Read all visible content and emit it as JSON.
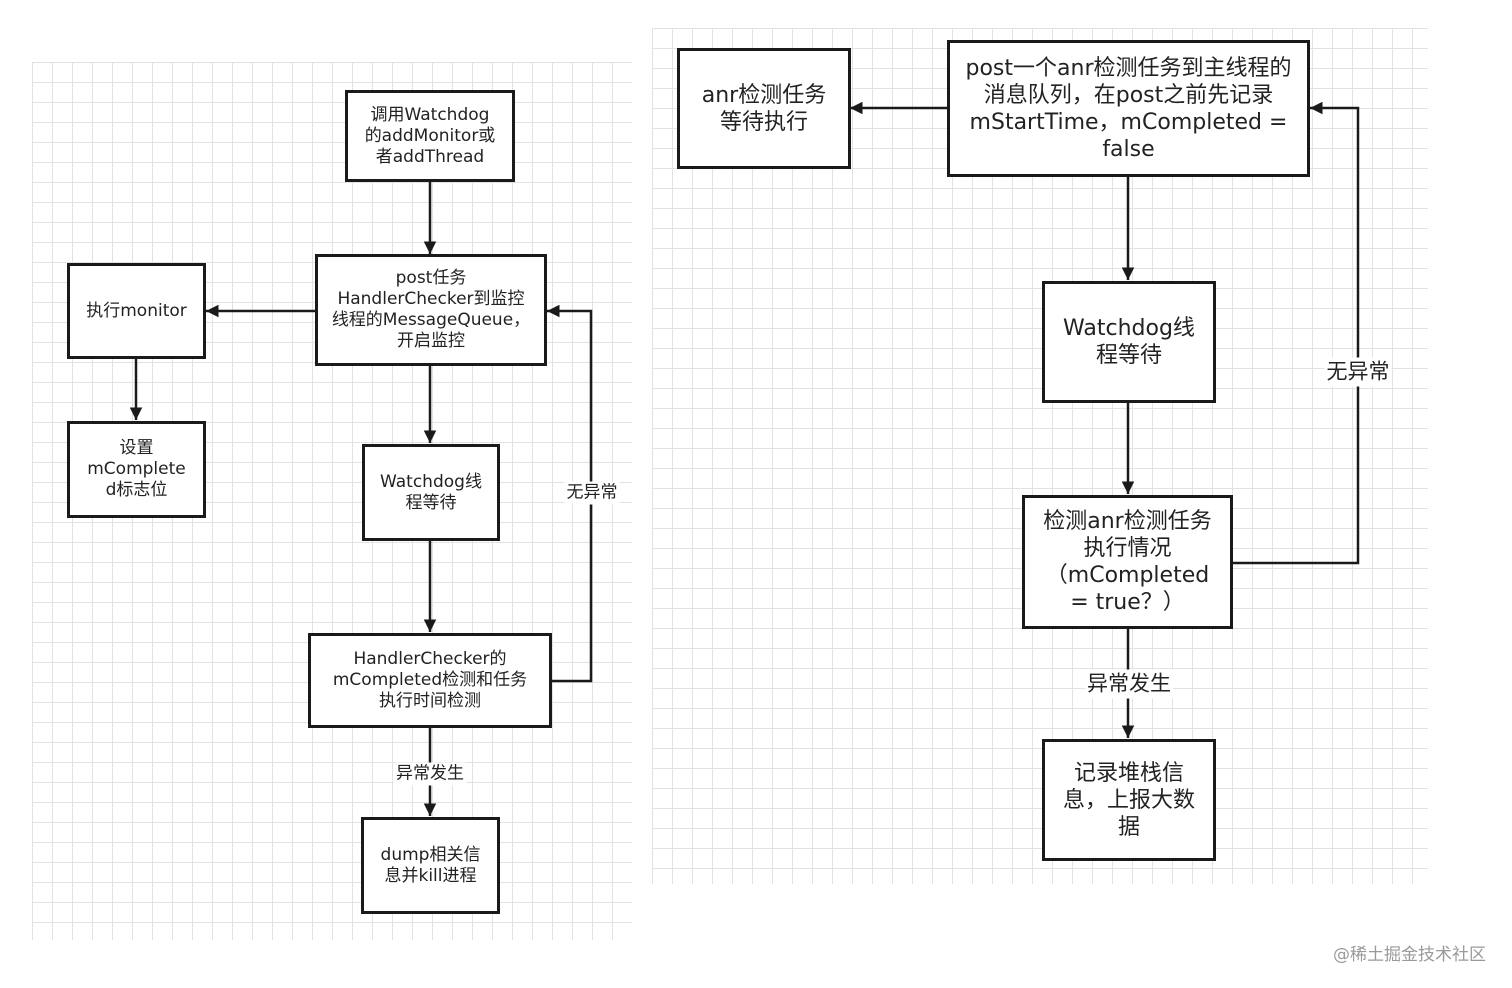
{
  "left": {
    "call_watchdog": "调用Watchdog\n的addMonitor或\n者addThread",
    "post_task": "post任务\nHandlerChecker到监控\n线程的MessageQueue，\n开启监控",
    "exec_monitor": "执行monitor",
    "set_flag": "设置\nmComplete\nd标志位",
    "watchdog_wait": "Watchdog线\n程等待",
    "handler_check": "HandlerChecker的\nmCompleted检测和任务\n执行时间检测",
    "dump_kill": "dump相关信\n息并kill进程",
    "no_exception": "无异常",
    "exception_occurs": "异常发生"
  },
  "right": {
    "anr_task_wait": "anr检测任务\n等待执行",
    "post_anr": "post一个anr检测任务到主线程的\n消息队列，在post之前先记录\nmStartTime，mCompleted =\nfalse",
    "watchdog_wait": "Watchdog线\n程等待",
    "check_anr": "检测anr检测任务\n执行情况\n（mCompleted\n= true？）",
    "record_stack": "记录堆栈信\n息，上报大数\n据",
    "no_exception": "无异常",
    "exception_occurs": "异常发生"
  },
  "watermark": "@稀土掘金技术社区"
}
